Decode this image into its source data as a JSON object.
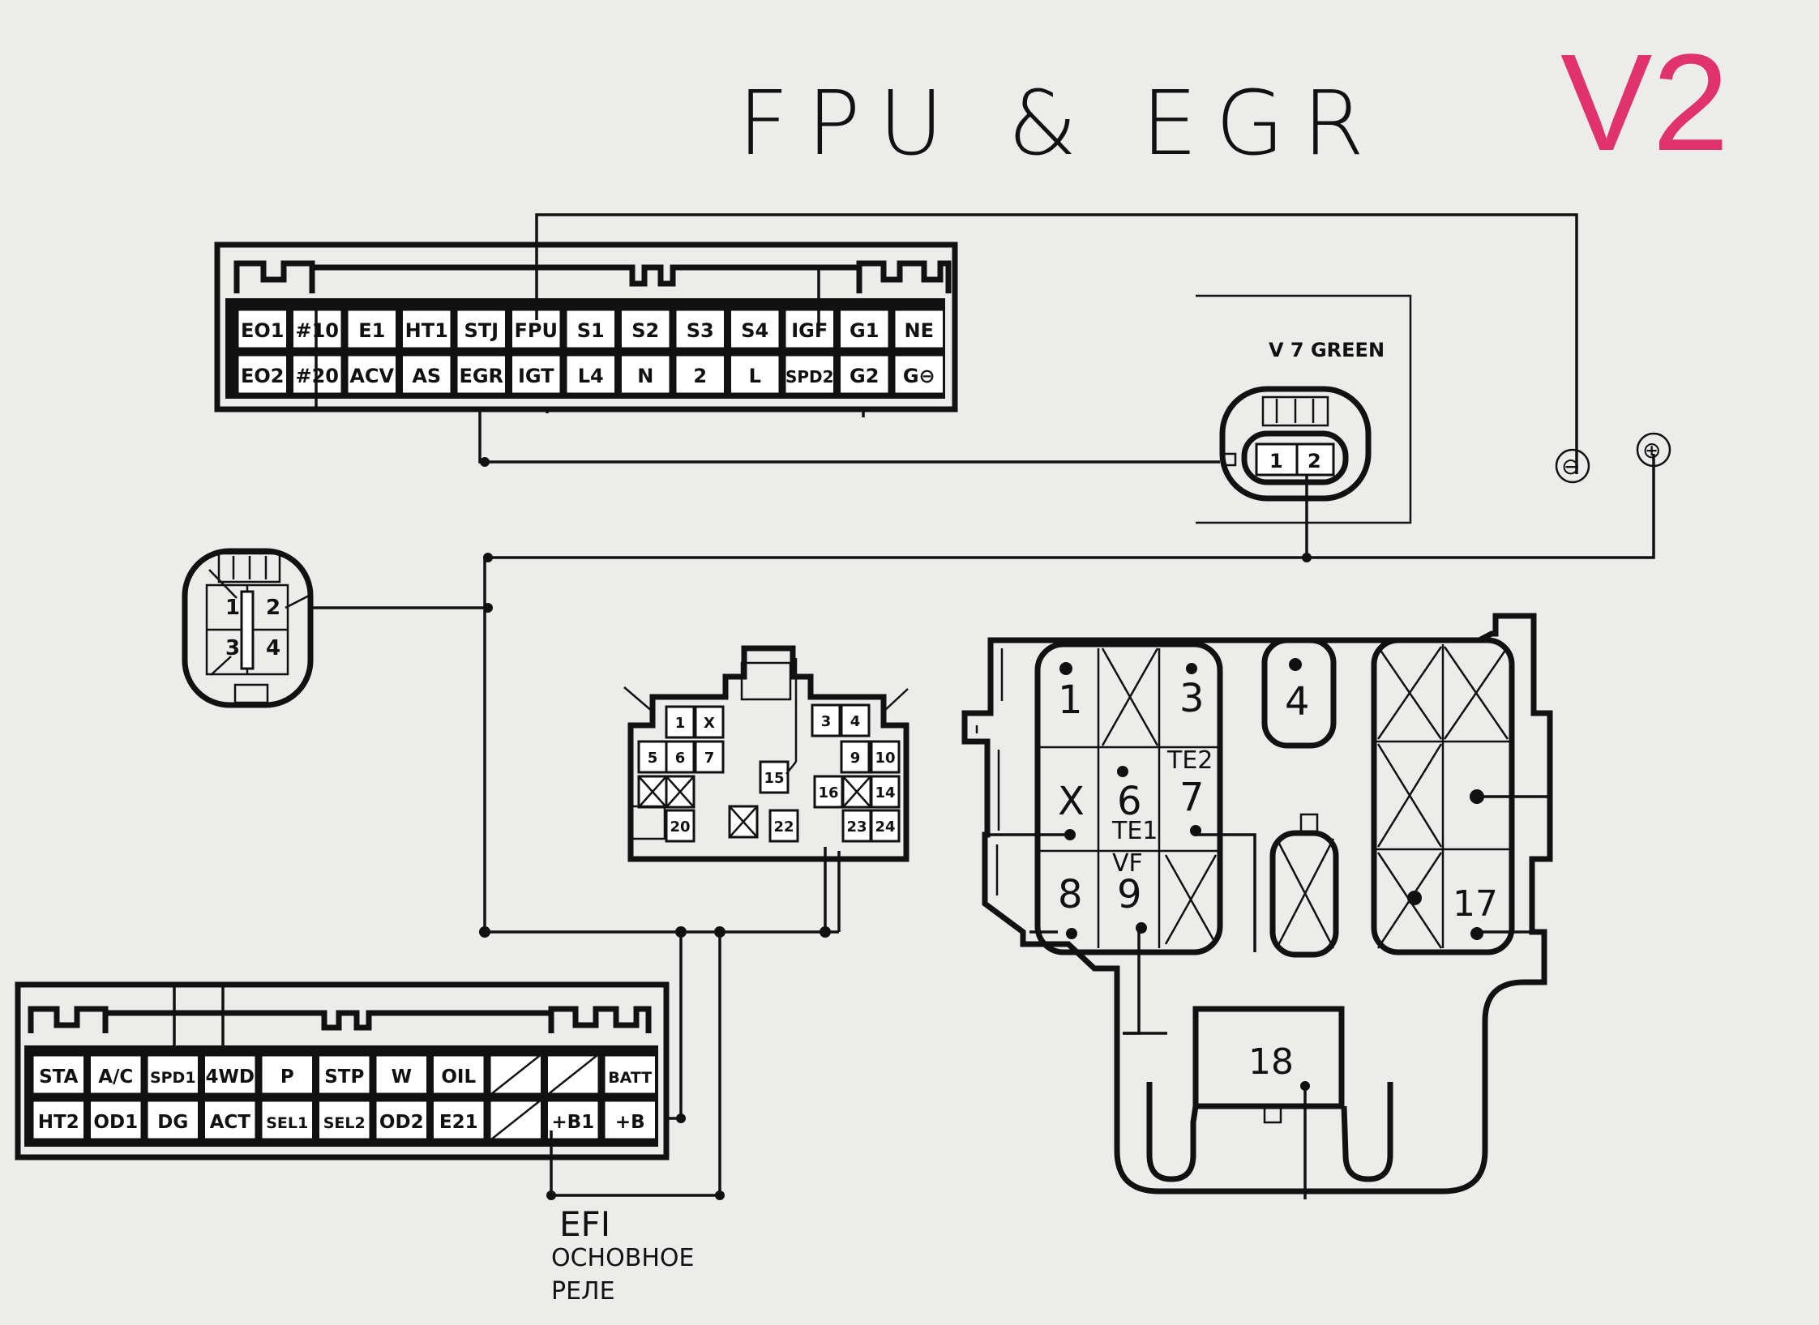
{
  "title": "FPU & EGR",
  "version_mark": "V2",
  "ecu_connector_a": {
    "row1": [
      "EO1",
      "#10",
      "E1",
      "HT1",
      "STJ",
      "FPU",
      "S1",
      "S2",
      "S3",
      "S4",
      "IGF",
      "G1",
      "NE"
    ],
    "row2": [
      "EO2",
      "#20",
      "ACV",
      "AS",
      "EGR",
      "IGT",
      "L4",
      "N",
      "2",
      "L",
      "SPD2",
      "G2",
      "G⊖"
    ]
  },
  "ecu_connector_b": {
    "row1": [
      "STA",
      "A/C",
      "SPD1",
      "4WD",
      "P",
      "STP",
      "W",
      "OIL",
      "",
      "",
      "BATT"
    ],
    "row2": [
      "HT2",
      "OD1",
      "DG",
      "ACT",
      "SEL1",
      "SEL2",
      "OD2",
      "E21",
      "",
      "+B1",
      "+B"
    ]
  },
  "vsv_connector": {
    "label": "V 7 GREEN",
    "pins": [
      "1",
      "2"
    ]
  },
  "sensor_connector": {
    "pins": [
      "1",
      "2",
      "3",
      "4"
    ]
  },
  "check_connector": {
    "pins": [
      "1",
      "X",
      "3",
      "4",
      "5",
      "6",
      "7",
      "9",
      "10",
      "14",
      "15",
      "16",
      "20",
      "22",
      "23",
      "24"
    ]
  },
  "diag_box": {
    "pins": [
      "1",
      "3",
      "4",
      "X",
      "6",
      "7",
      "8",
      "9",
      "17",
      "18"
    ],
    "labels": [
      "TE2",
      "TE1",
      "VF"
    ]
  },
  "terminals": [
    "⊖",
    "⊕"
  ],
  "efi_label": [
    "EFI",
    "ОСНОВНОЕ",
    "РЕЛЕ"
  ],
  "colors": {
    "ink": "#111111",
    "paper": "#ececea",
    "accent": "#e0336e"
  }
}
